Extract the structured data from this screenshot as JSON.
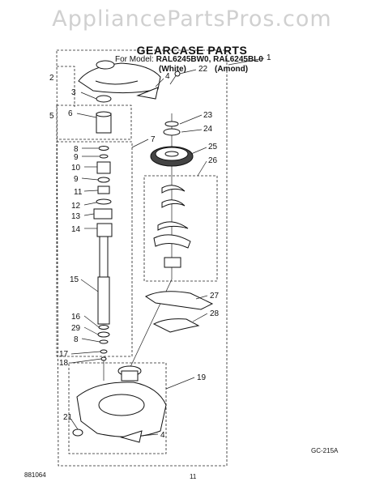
{
  "header": {
    "watermark": "AppliancePartsPros.com",
    "title": "GEARCASE PARTS",
    "model_label": "For Model:",
    "models": "RAL6245BW0, RAL6245BL0",
    "variant_white": "(White)",
    "variant_almond": "(Amond)"
  },
  "footer": {
    "diagram_code": "GC-215A",
    "doc_number": "881064",
    "page_number": "11"
  },
  "callouts": [
    "1",
    "2",
    "3",
    "22",
    "4",
    "5",
    "6",
    "23",
    "24",
    "25",
    "7",
    "8",
    "9",
    "10",
    "9",
    "11",
    "12",
    "13",
    "14",
    "26",
    "15",
    "27",
    "16",
    "28",
    "29",
    "8",
    "17",
    "18",
    "19",
    "21",
    "4"
  ]
}
